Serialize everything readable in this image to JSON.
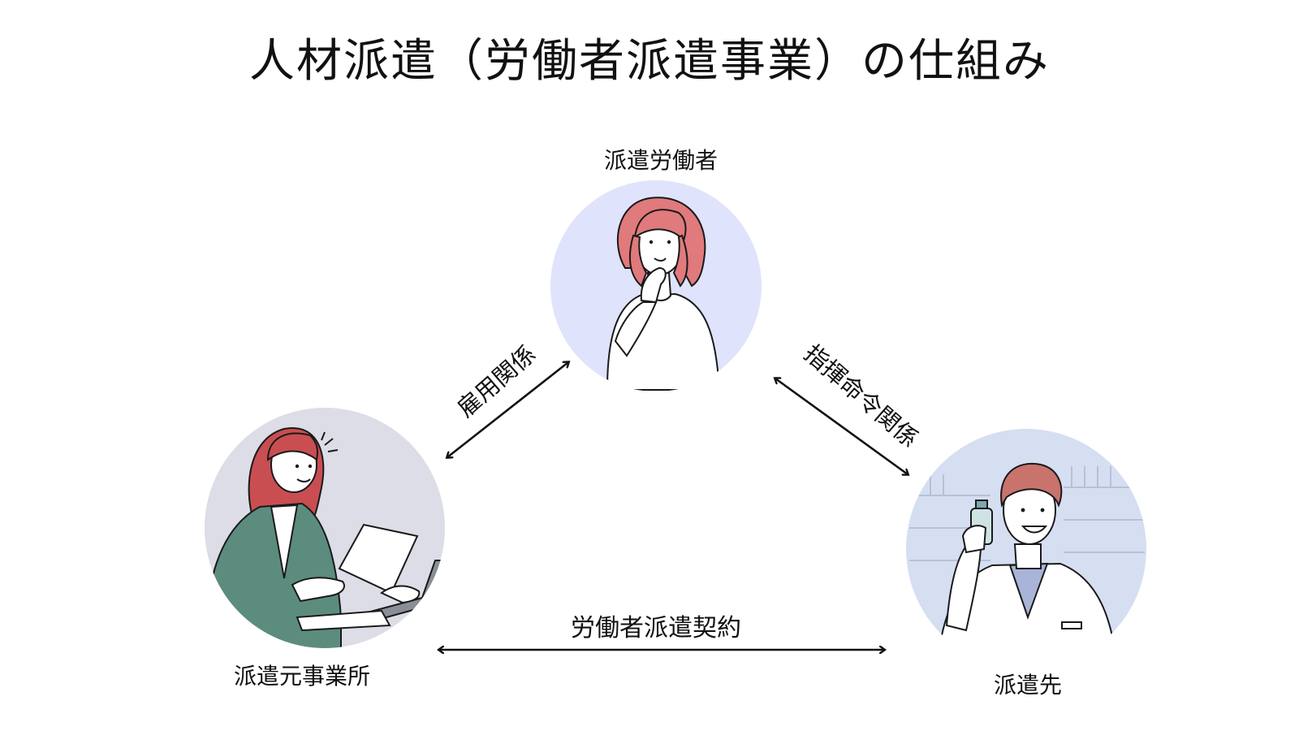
{
  "title": "人材派遣（労働者派遣事業）の仕組み",
  "nodes": {
    "worker": {
      "label": "派遣労働者"
    },
    "dispatch_agency": {
      "label": "派遣元事業所"
    },
    "client": {
      "label": "派遣先"
    }
  },
  "relations": {
    "employment": {
      "label": "雇用関係"
    },
    "command": {
      "label": "指揮命令関係"
    },
    "contract": {
      "label": "労働者派遣契約"
    }
  },
  "colors": {
    "worker_circle": "#dfe3fb",
    "agency_circle": "#dcdde6",
    "client_circle": "#d6def2",
    "hair_worker": "#e07a7c",
    "hair_agency": "#c94e52",
    "hair_client": "#c9736d",
    "jacket_agency": "#5c8c7e",
    "arrow": "#111111"
  }
}
